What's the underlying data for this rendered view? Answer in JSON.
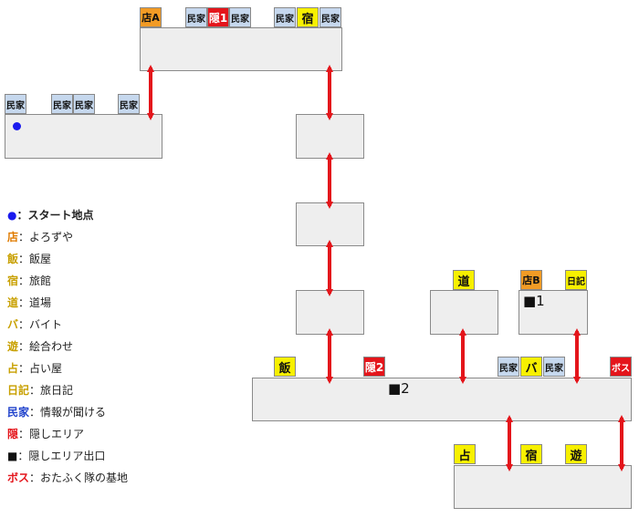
{
  "tags": {
    "minka": "民家",
    "shop_a": "店A",
    "shop_b": "店B",
    "hidden1": "隠1",
    "hidden2": "隠2",
    "inn": "宿",
    "dojo": "道",
    "meshi": "飯",
    "baito": "バ",
    "asobi": "遊",
    "uranai": "占",
    "diary": "日記",
    "boss": "ボス"
  },
  "exits": {
    "exit1": "■1",
    "exit2": "■2"
  },
  "legend": [
    {
      "symbol": "●",
      "text": "：スタート地点",
      "color": "#1a1aee",
      "bold_text": true
    },
    {
      "symbol": "店",
      "text": "：よろずや",
      "color": "#e07b00"
    },
    {
      "symbol": "飯",
      "text": "：飯屋",
      "color": "#c8a000"
    },
    {
      "symbol": "宿",
      "text": "：旅館",
      "color": "#c8a000"
    },
    {
      "symbol": "道",
      "text": "：道場",
      "color": "#c8a000"
    },
    {
      "symbol": "バ",
      "text": "：バイト",
      "color": "#c8a000"
    },
    {
      "symbol": "遊",
      "text": "：絵合わせ",
      "color": "#c8a000"
    },
    {
      "symbol": "占",
      "text": "：占い屋",
      "color": "#c8a000"
    },
    {
      "symbol": "日記",
      "text": "：旅日記",
      "color": "#c8a000"
    },
    {
      "symbol": "民家",
      "text": "：情報が聞ける",
      "color": "#2244cc"
    },
    {
      "symbol": "隠",
      "text": "：隠しエリア",
      "color": "#e4151b"
    },
    {
      "symbol": "■",
      "text": "：隠しエリア出口",
      "color": "#111111"
    },
    {
      "symbol": "ボス",
      "text": "：おたふく隊の基地",
      "color": "#e4151b"
    }
  ],
  "colors": {
    "arrow": "#e4151b",
    "room": "#eeeeee",
    "minka": "#c6d8ee",
    "shop": "#f29b25",
    "yellow": "#f7f000",
    "hidden": "#e4151b",
    "start": "#1a1aee"
  }
}
